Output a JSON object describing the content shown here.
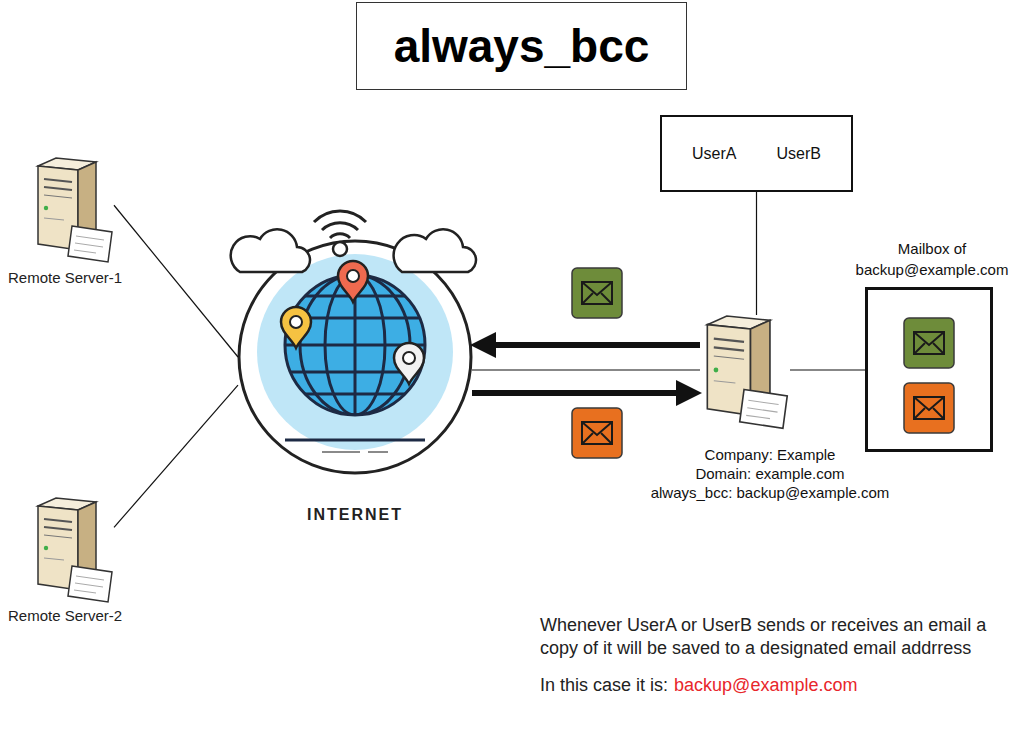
{
  "diagram": {
    "title": "always_bcc",
    "nodes": [
      {
        "text": [
          "Remote Server-1"
        ]
      },
      {
        "text": [
          "Remote Server-2"
        ]
      },
      {
        "text": [
          "INTERNET"
        ]
      },
      {
        "text": [
          "UserA",
          "UserB"
        ]
      },
      {
        "text": [
          "Company: Example",
          "Domain: example.com",
          "always_bcc: backup@example.com"
        ]
      },
      {
        "text": [
          "Mailbox of backup@example.com"
        ]
      }
    ],
    "edges": [
      {
        "from": 0,
        "to": 2,
        "arrow": "none"
      },
      {
        "from": 1,
        "to": 2,
        "arrow": "none"
      },
      {
        "from": 4,
        "to": 2,
        "arrow": "to"
      },
      {
        "from": 2,
        "to": 4,
        "arrow": "none"
      },
      {
        "from": 2,
        "to": 4,
        "arrow": "to"
      },
      {
        "from": 3,
        "to": 4,
        "arrow": "none"
      },
      {
        "from": 4,
        "to": 5,
        "arrow": "none"
      }
    ],
    "labels": [
      "Whenever UserA or UserB sends or receives an email a copy of it will be saved to a designated email addrress",
      "In this case it is:",
      "backup@example.com"
    ]
  }
}
